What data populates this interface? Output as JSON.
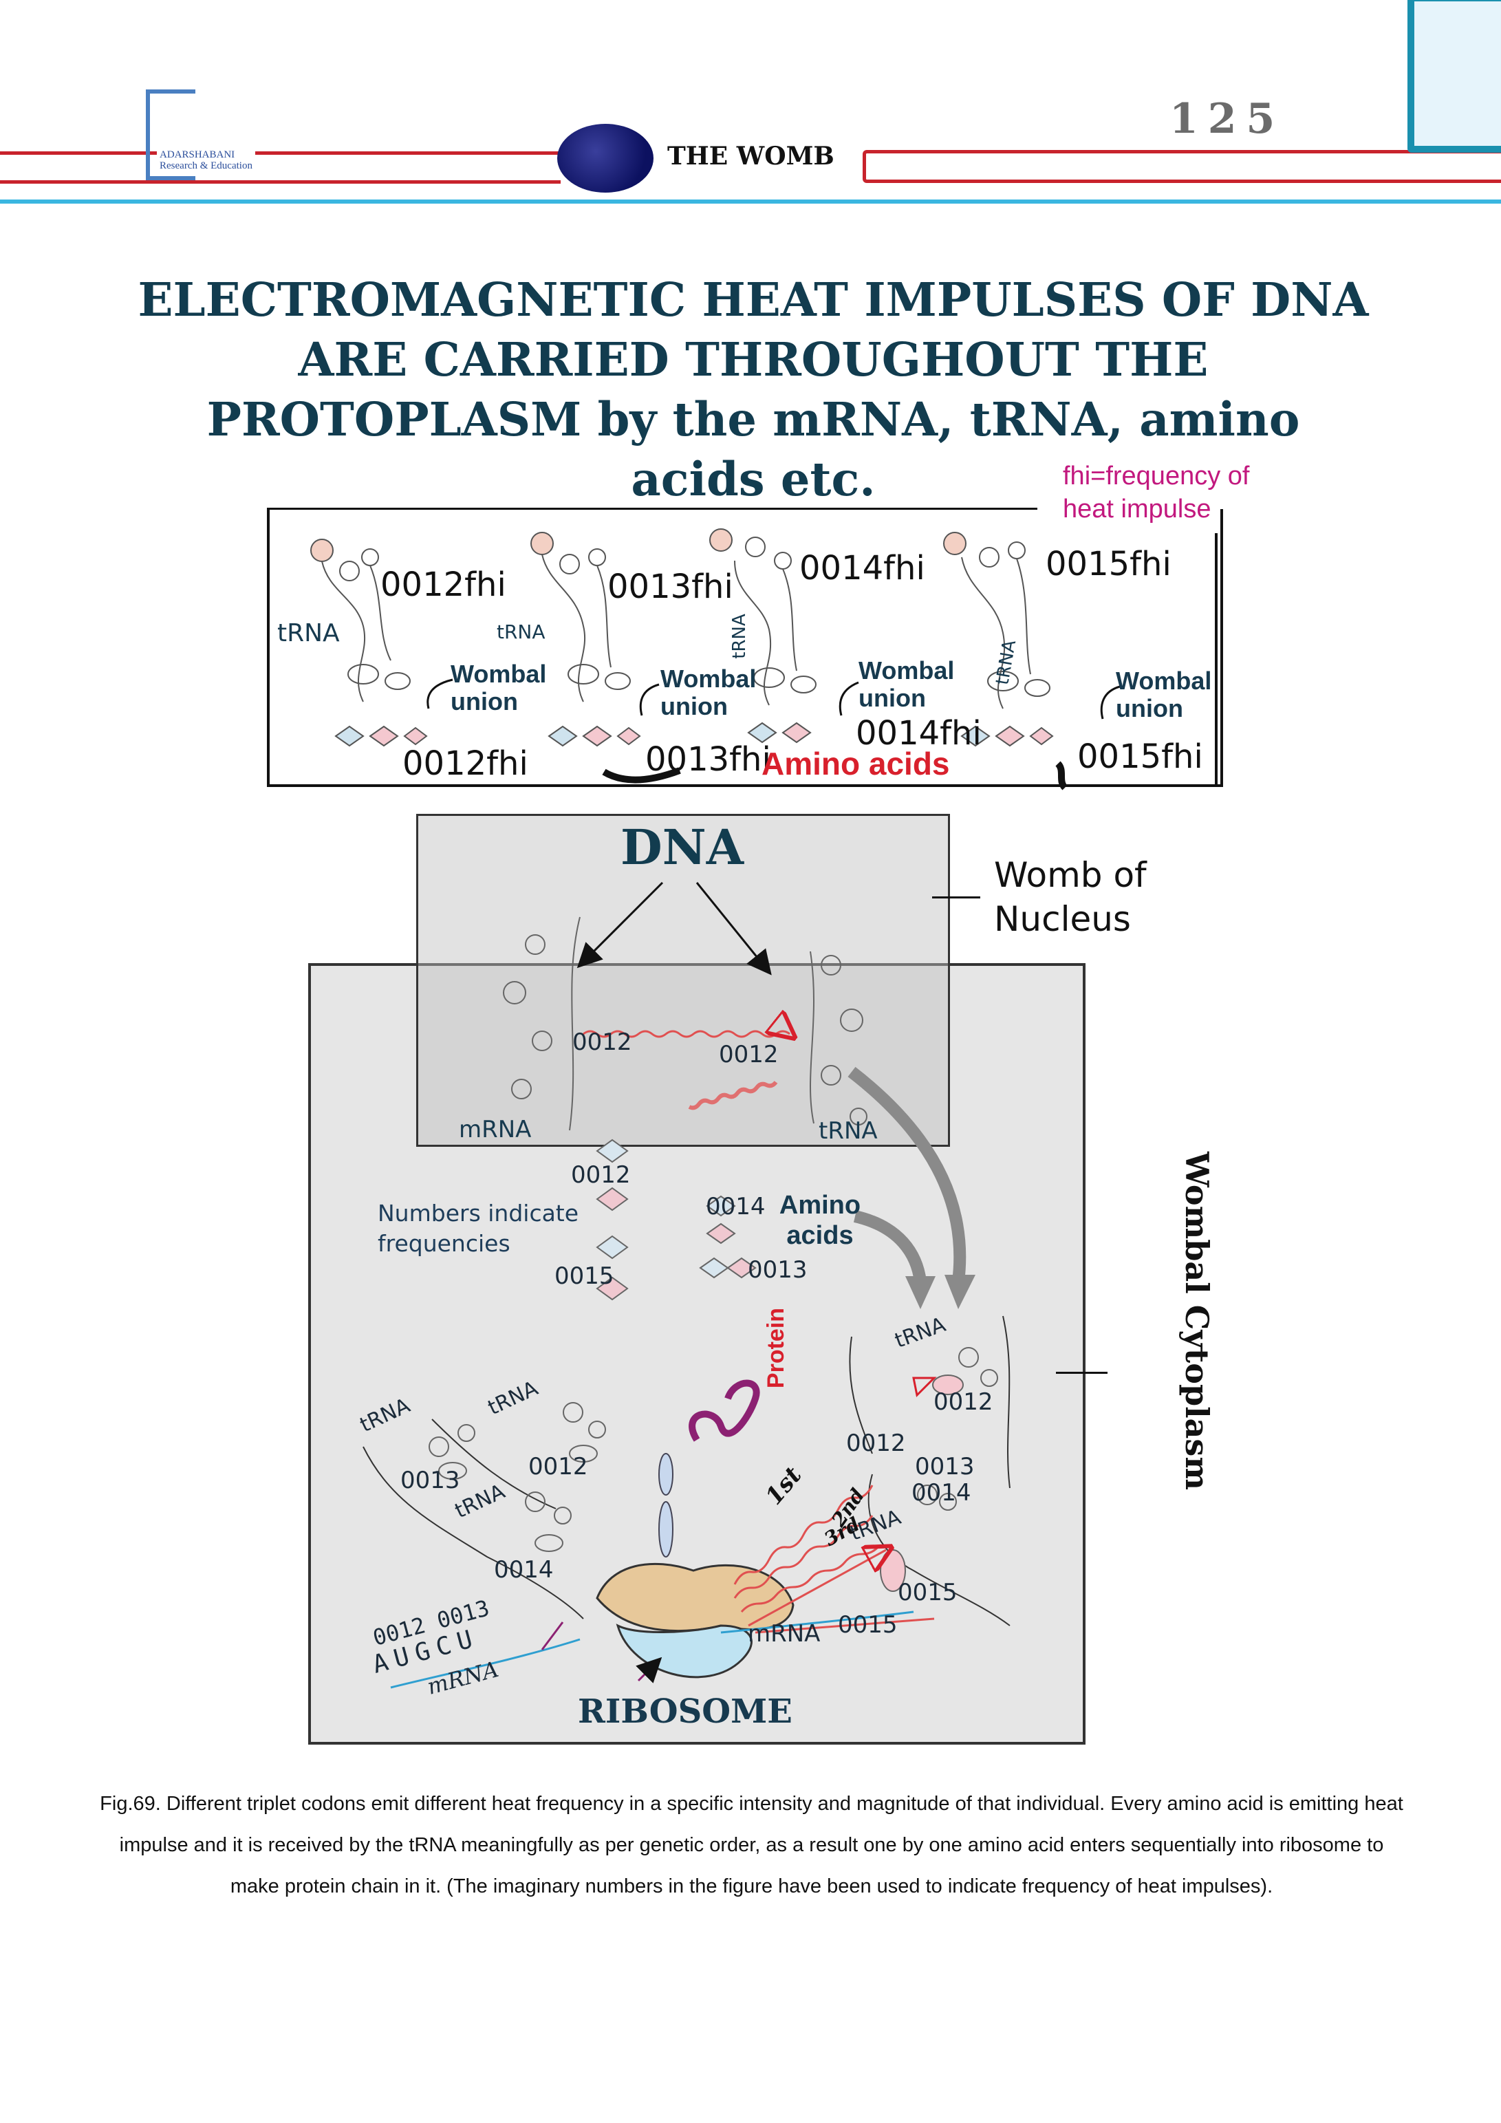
{
  "header": {
    "logo_line1": "ADARSHABANI",
    "logo_line2": "Research & Education",
    "title": "THE WOMB",
    "page_number": "125"
  },
  "headline": "ELECTROMAGNETIC HEAT IMPULSES OF DNA ARE CARRIED THROUGHOUT  THE PROTOPLASM by the mRNA, tRNA, amino acids etc.",
  "fhi_note": "fhi=frequency of heat impulse",
  "top_panel": {
    "fhi_upper": [
      "0012fhi",
      "0013fhi",
      "0014fhi",
      "0015fhi"
    ],
    "fhi_lower": [
      "0012fhi",
      "0013fhi",
      "0014fhi",
      "0015fhi"
    ],
    "trna_labels": [
      "tRNA",
      "tRNA",
      "tRNA",
      "tRNA"
    ],
    "wombal_union": "Wombal union",
    "amino_acids": "Amino acids"
  },
  "figure": {
    "dna_title": "DNA",
    "womb_of_nucleus": "Womb of Nucleus",
    "wombal_cytoplasm": "Wombal Cytoplasm",
    "mrna": "mRNA",
    "trna": "tRNA",
    "numbers_note": "Numbers indicate frequencies",
    "amino_acids": "Amino acids",
    "protein": "Protein",
    "ribosome": "RIBOSOME",
    "first": "1st",
    "second": "2nd",
    "third": "3rd",
    "codons": "AUGCU",
    "codon_freqs": "0012 0013",
    "num_0012": "0012",
    "num_0013": "0013",
    "num_0014": "0014",
    "num_0015": "0015"
  },
  "caption": "Fig.69.  Different triplet codons emit different heat frequency in a specific intensity and magnitude of that individual. Every amino acid is emitting heat impulse and it is received by the tRNA meaningfully as per genetic order, as a result one by one amino acid enters sequentially into ribosome to make protein chain in it. (The imaginary numbers in the figure have been used to indicate frequency of heat impulses).",
  "colors": {
    "header_red": "#c8232c",
    "header_blue": "#3ab6e0",
    "headline": "#123c4f",
    "fhi_note": "#c2187e",
    "amino_red": "#d8202c",
    "signal_red": "#e05050"
  }
}
